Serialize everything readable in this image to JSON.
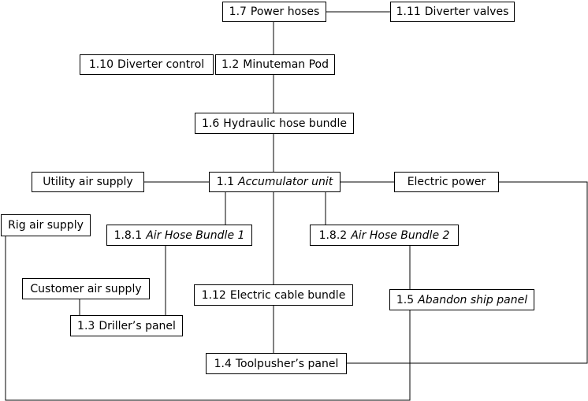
{
  "diagram": {
    "nodes": {
      "power_hoses": {
        "number": "1.7",
        "label": "Power hoses"
      },
      "diverter_valves": {
        "number": "1.11",
        "label": "Diverter valves"
      },
      "diverter_control": {
        "number": "1.10",
        "label": "Diverter control"
      },
      "minuteman_pod": {
        "number": "1.2",
        "label": "Minuteman Pod"
      },
      "hydraulic_bundle": {
        "number": "1.6",
        "label": "Hydraulic hose bundle"
      },
      "utility_air": {
        "number": "",
        "label": "Utility air supply"
      },
      "accumulator": {
        "number": "1.1",
        "label": "Accumulator unit"
      },
      "electric_power": {
        "number": "",
        "label": "Electric power"
      },
      "rig_air": {
        "number": "",
        "label": "Rig air supply"
      },
      "air_hose_1": {
        "number": "1.8.1",
        "label": "Air Hose Bundle 1"
      },
      "air_hose_2": {
        "number": "1.8.2",
        "label": "Air Hose Bundle 2"
      },
      "customer_air": {
        "number": "",
        "label": "Customer air supply"
      },
      "electric_cable": {
        "number": "1.12",
        "label": "Electric cable bundle"
      },
      "abandon_ship": {
        "number": "1.5",
        "label": "Abandon ship panel"
      },
      "drillers_panel": {
        "number": "1.3",
        "label": "Driller’s panel"
      },
      "toolpusher_panel": {
        "number": "1.4",
        "label": "Toolpusher’s panel"
      }
    },
    "connections": [
      [
        "power_hoses",
        "diverter_valves"
      ],
      [
        "power_hoses",
        "minuteman_pod"
      ],
      [
        "minuteman_pod",
        "hydraulic_bundle"
      ],
      [
        "hydraulic_bundle",
        "accumulator"
      ],
      [
        "utility_air",
        "accumulator"
      ],
      [
        "accumulator",
        "electric_power"
      ],
      [
        "accumulator",
        "air_hose_1"
      ],
      [
        "accumulator",
        "air_hose_2"
      ],
      [
        "accumulator",
        "electric_cable"
      ],
      [
        "air_hose_1",
        "drillers_panel"
      ],
      [
        "customer_air",
        "drillers_panel"
      ],
      [
        "air_hose_2",
        "abandon_ship"
      ],
      [
        "electric_cable",
        "toolpusher_panel"
      ],
      [
        "electric_power",
        "toolpusher_panel"
      ],
      [
        "rig_air",
        "abandon_ship"
      ]
    ],
    "line_color": "#000000",
    "box_border_color": "#000000",
    "background_color": "#ffffff"
  }
}
